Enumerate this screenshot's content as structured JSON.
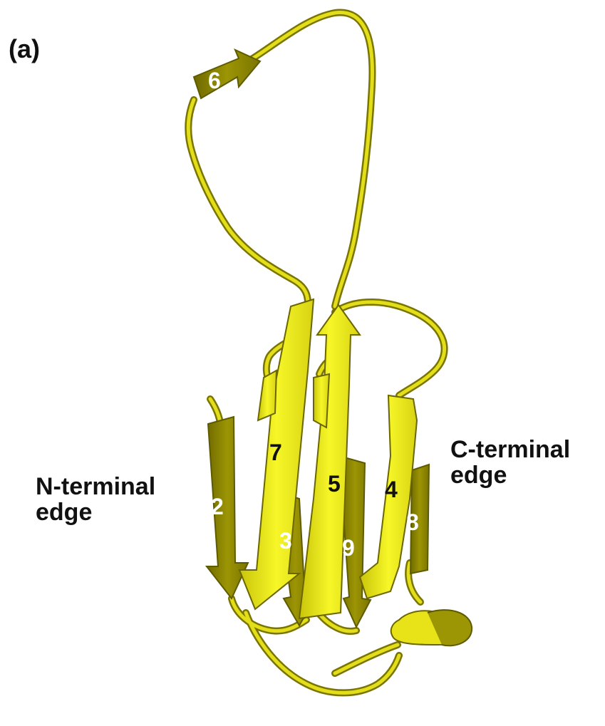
{
  "figure": {
    "panel_label": "(a)",
    "n_terminal_edge": [
      "N-terminal",
      "edge"
    ],
    "c_terminal_edge": [
      "C-terminal",
      "edge"
    ],
    "strand_numbers": {
      "s2": "2",
      "s3": "3",
      "s4": "4",
      "s5": "5",
      "s6": "6",
      "s7": "7",
      "s8": "8",
      "s9": "9"
    }
  },
  "colors": {
    "ribbon_light": "#f2f21a",
    "ribbon_mid": "#d9d40f",
    "ribbon_dark": "#8a8400",
    "ribbon_outline": "#5e5a00",
    "label_light": "#ffffff",
    "label_dark": "#111111"
  }
}
